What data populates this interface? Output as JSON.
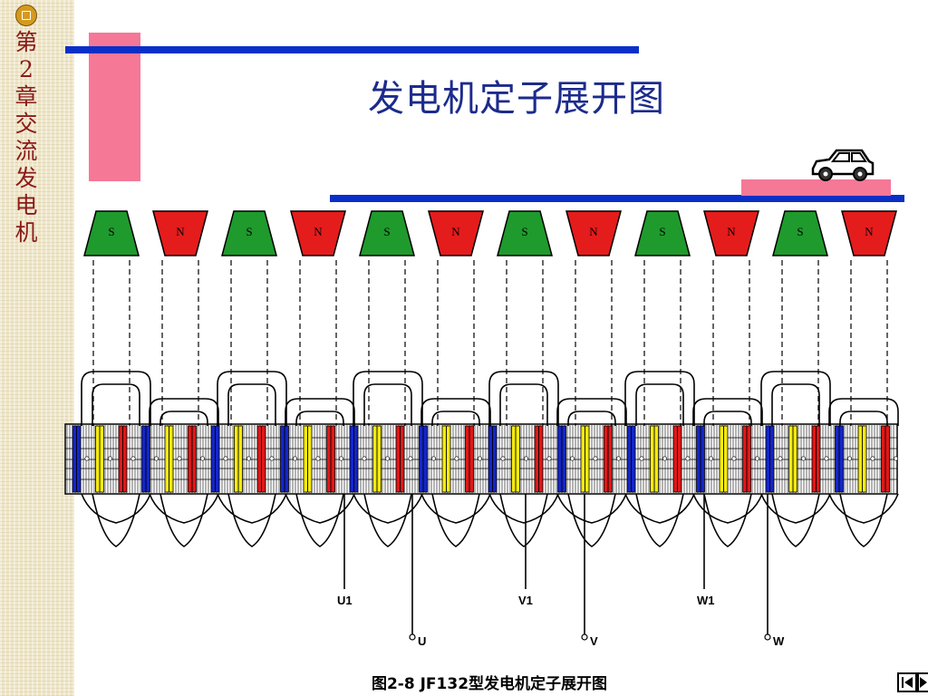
{
  "sidebar": {
    "chapter_chars": [
      "第",
      "2",
      "章",
      "交",
      "流",
      "发",
      "电",
      "机"
    ]
  },
  "page": {
    "title": "发电机定子展开图",
    "caption": "图2-8 JF132型发电机定子展开图"
  },
  "diagram": {
    "poles": [
      "S",
      "N",
      "S",
      "N",
      "S",
      "N",
      "S",
      "N",
      "S",
      "N",
      "S",
      "N"
    ],
    "pole_colors": {
      "S": "#1f9a2c",
      "N": "#e51c1c"
    },
    "slot_phase_sequence": [
      "blue",
      "yellow",
      "red",
      "blue",
      "yellow",
      "red"
    ],
    "phase_colors": {
      "blue": "#1426c8",
      "yellow": "#f5ea10",
      "red": "#e01818"
    },
    "slot_count": 36,
    "terminals": {
      "start": [
        "U1",
        "V1",
        "W1"
      ],
      "output": [
        "U",
        "V",
        "W"
      ]
    }
  },
  "icons": {
    "car": "car-icon",
    "badge": "chapter-badge-icon"
  }
}
